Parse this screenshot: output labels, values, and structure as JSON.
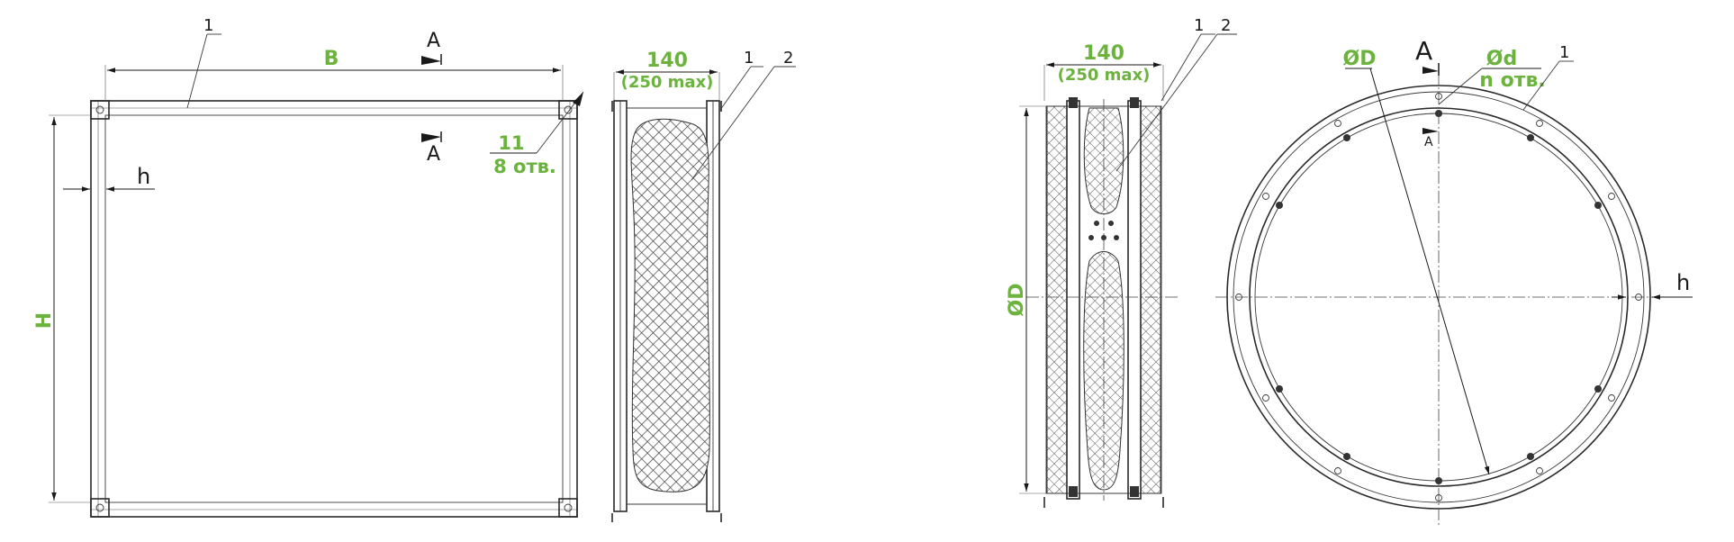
{
  "colors": {
    "dimension_green": "#6cb33e",
    "line_black": "#1a1a1a",
    "mesh_gray": "#333333"
  },
  "views": {
    "rect_front": {
      "callout_1": "1",
      "dim_B": "B",
      "dim_H": "H",
      "dim_h": "h",
      "section_A_top": "A",
      "section_A_bottom": "A",
      "hole_dia": "11",
      "hole_count": "8 отв."
    },
    "rect_side": {
      "width": "140",
      "width_max": "(250 max)",
      "callout_1": "1",
      "callout_2": "2"
    },
    "round_side": {
      "width": "140",
      "width_max": "(250 max)",
      "callout_1": "1",
      "callout_2": "2",
      "dim_D": "ØD"
    },
    "round_front": {
      "dim_D": "ØD",
      "section_A_top": "A",
      "section_A_bottom": "A",
      "hole_dia": "Ød",
      "hole_count": "n отв.",
      "callout_1": "1",
      "dim_h": "h"
    }
  }
}
